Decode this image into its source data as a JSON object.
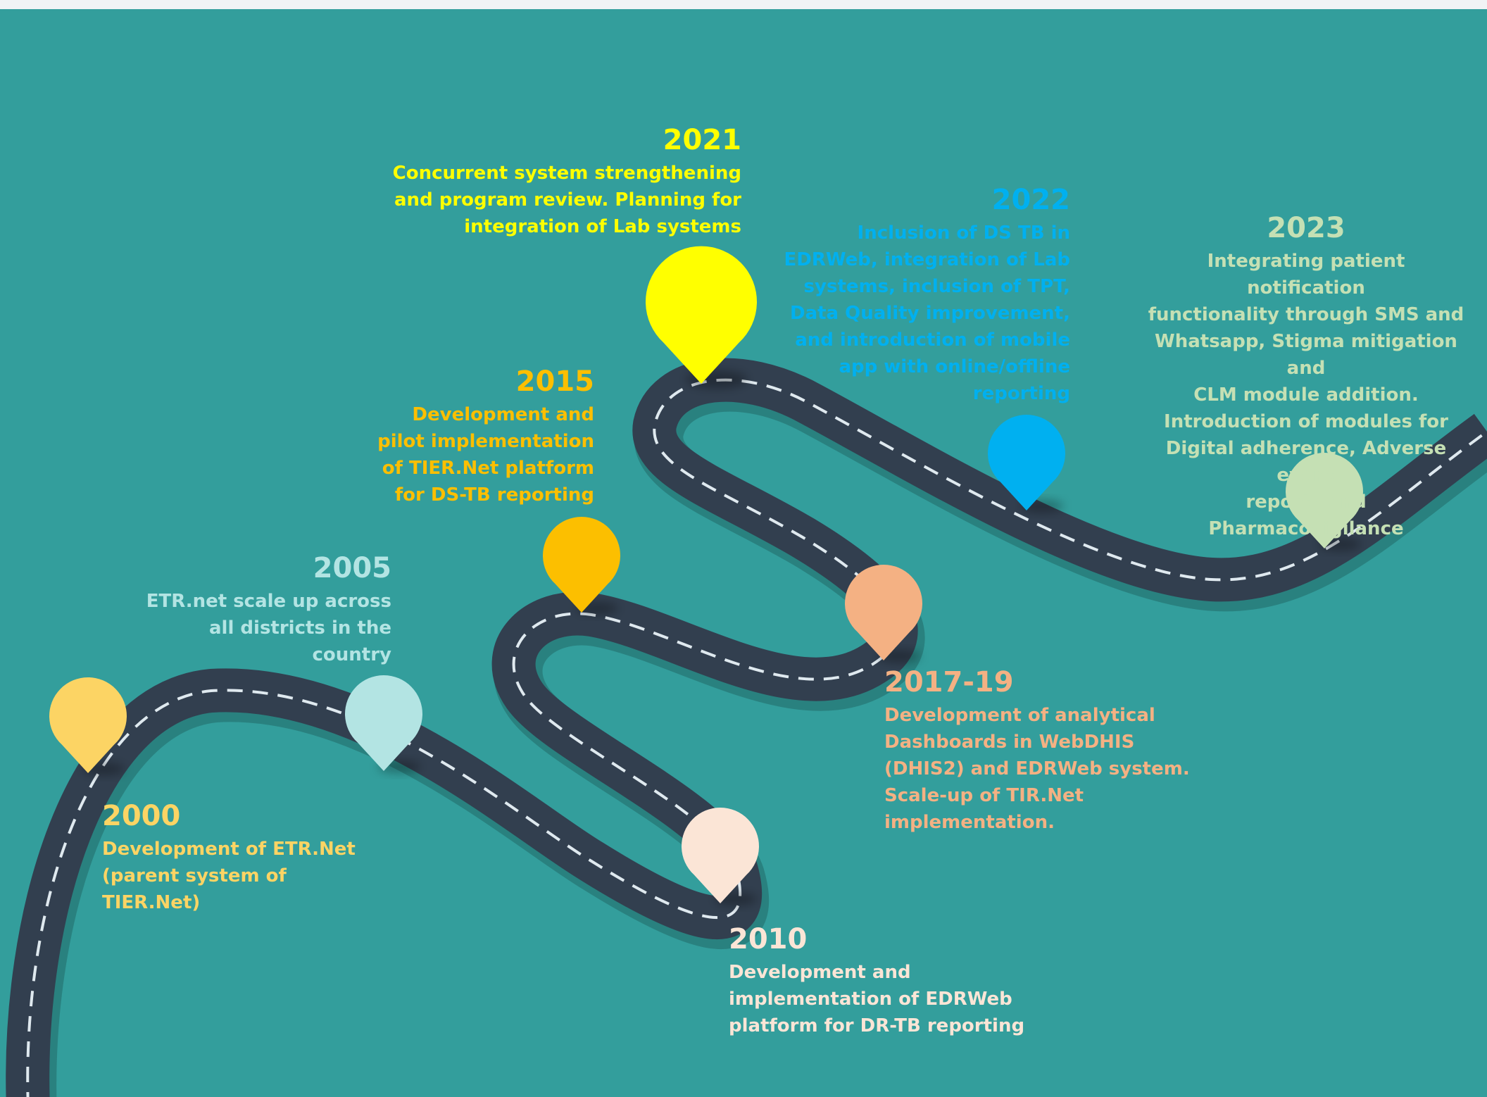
{
  "milestones": [
    {
      "id": "2000",
      "year": "2000",
      "description": "Development of ETR.Net\n(parent system of\nTIER.Net)",
      "color": "#fcd464"
    },
    {
      "id": "2005",
      "year": "2005",
      "description": "ETR.net scale up across\nall districts in the\ncountry",
      "color": "#b3e4e3"
    },
    {
      "id": "2010",
      "year": "2010",
      "description": "Development and\nimplementation of EDRWeb\nplatform for DR-TB reporting",
      "color": "#fbe5d6"
    },
    {
      "id": "2015",
      "year": "2015",
      "description": "Development and\npilot implementation\nof TIER.Net platform\nfor DS-TB reporting",
      "color": "#fcbf00"
    },
    {
      "id": "2017-19",
      "year": "2017-19",
      "description": "Development of analytical\nDashboards in WebDHIS\n(DHIS2) and EDRWeb system.\nScale-up of TIR.Net\nimplementation.",
      "color": "#f4b183"
    },
    {
      "id": "2021",
      "year": "2021",
      "description": "Concurrent system strengthening\nand program review. Planning for\nintegration of Lab systems",
      "color": "#ffff00"
    },
    {
      "id": "2022",
      "year": "2022",
      "description": "Inclusion of DS TB in\nEDRWeb, integration of Lab\nsystems, inclusion of TPT,\nData Quality improvement,\nand introduction of mobile\napp with online/offline\nreporting",
      "color": "#00b0f0"
    },
    {
      "id": "2023",
      "year": "2023",
      "description": "Integrating patient notification\nfunctionality through SMS and\nWhatsapp, Stigma mitigation and\nCLM module addition.\nIntroduction of modules for\nDigital adherence, Adverse event\nreports and Pharmacovigilance",
      "color": "#c5e0b4"
    }
  ],
  "colors": {
    "background": "#339e9c",
    "road": "#323f4f",
    "road_dash": "#dfe9ef"
  }
}
